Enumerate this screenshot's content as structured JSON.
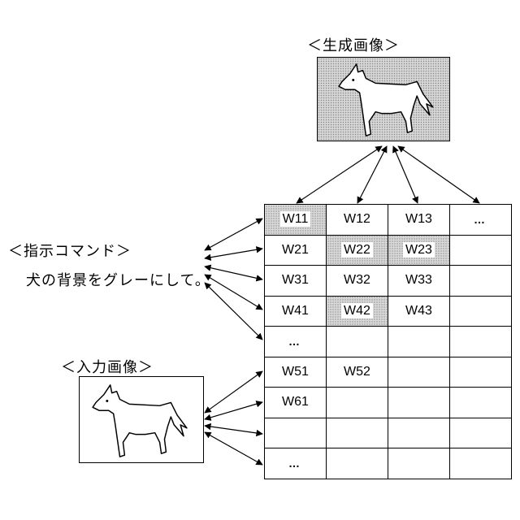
{
  "generated_image": {
    "label": "＜生成画像＞",
    "shaded": true
  },
  "input_image": {
    "label": "＜入力画像＞",
    "shaded": false
  },
  "instruction": {
    "label": "＜指示コマンド＞",
    "text": "犬の背景をグレーにして。"
  },
  "grid": {
    "rows": [
      [
        {
          "text": "W11",
          "shaded": true
        },
        {
          "text": "W12"
        },
        {
          "text": "W13"
        },
        {
          "text": "…",
          "dots": true
        }
      ],
      [
        {
          "text": "W21"
        },
        {
          "text": "W22",
          "shaded": true
        },
        {
          "text": "W23",
          "shaded": true
        },
        {
          "text": ""
        }
      ],
      [
        {
          "text": "W31"
        },
        {
          "text": "W32"
        },
        {
          "text": "W33"
        },
        {
          "text": ""
        }
      ],
      [
        {
          "text": "W41"
        },
        {
          "text": "W42",
          "shaded": true
        },
        {
          "text": "W43"
        },
        {
          "text": ""
        }
      ],
      [
        {
          "text": "…",
          "dots": true
        },
        {
          "text": ""
        },
        {
          "text": ""
        },
        {
          "text": ""
        }
      ],
      [
        {
          "text": "W51"
        },
        {
          "text": "W52"
        },
        {
          "text": ""
        },
        {
          "text": ""
        }
      ],
      [
        {
          "text": "W61"
        },
        {
          "text": ""
        },
        {
          "text": ""
        },
        {
          "text": ""
        }
      ],
      [
        {
          "text": ""
        },
        {
          "text": ""
        },
        {
          "text": ""
        },
        {
          "text": ""
        }
      ],
      [
        {
          "text": "…",
          "dots": true
        },
        {
          "text": ""
        },
        {
          "text": ""
        },
        {
          "text": ""
        }
      ]
    ]
  },
  "icons": {
    "image_content": "dog-icon"
  }
}
